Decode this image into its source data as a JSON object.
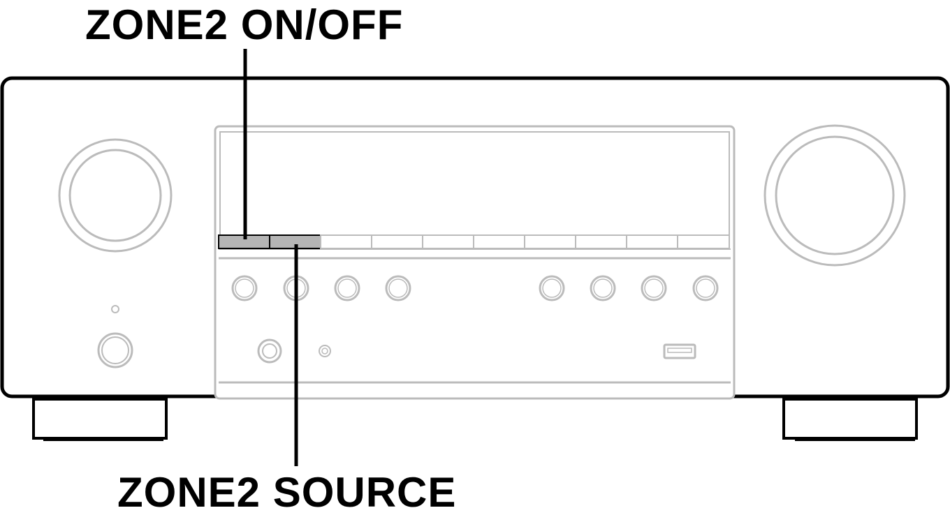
{
  "diagram": {
    "callouts": {
      "top_label": "ZONE2 ON/OFF",
      "bottom_label": "ZONE2 SOURCE"
    },
    "colors": {
      "outline": "#000000",
      "panel_detail": "#bbbbbb",
      "highlighted_button": "#b5b5b5",
      "background": "#ffffff"
    },
    "icons": [
      "volume-knob",
      "input-selector-knob",
      "power-button",
      "headphone-jack",
      "mic-jack",
      "usb-port",
      "front-button",
      "foot"
    ]
  }
}
